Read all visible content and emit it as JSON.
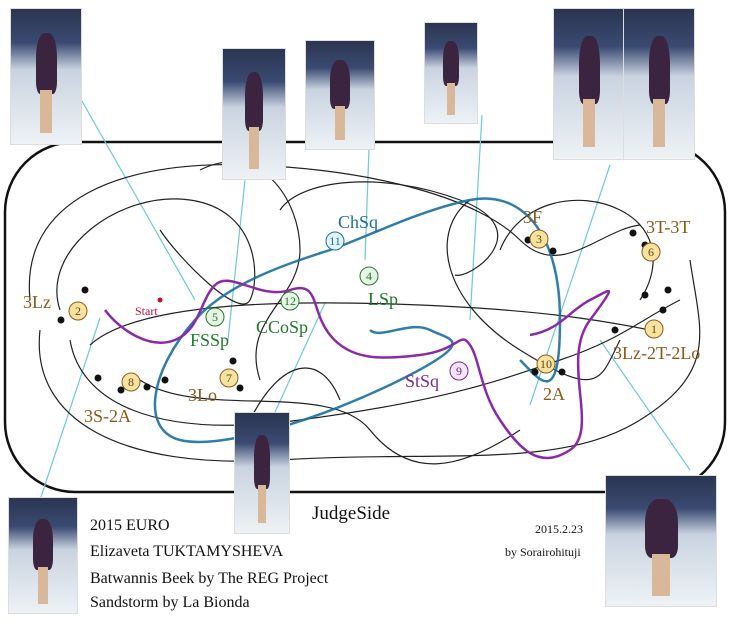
{
  "title": "2015 EURO",
  "skater": "Elizaveta TUKTAMYSHEVA",
  "music": [
    "Batwannis Beek by The REG Project",
    "Sandstorm by La Bionda"
  ],
  "date": "2015.2.23",
  "author": "by Sorairohituji",
  "judge_side": "JudgeSide",
  "start_label": "Start",
  "elements": [
    {
      "num": "1",
      "label": "3Lz-2T-2Lo",
      "type": "jump"
    },
    {
      "num": "2",
      "label": "3Lz",
      "type": "jump"
    },
    {
      "num": "3",
      "label": "3F",
      "type": "jump"
    },
    {
      "num": "4",
      "label": "LSp",
      "type": "spin"
    },
    {
      "num": "5",
      "label": "FSSp",
      "type": "spin"
    },
    {
      "num": "6",
      "label": "3T-3T",
      "type": "jump"
    },
    {
      "num": "7",
      "label": "3Lo",
      "type": "jump"
    },
    {
      "num": "8",
      "label": "3S-2A",
      "type": "jump"
    },
    {
      "num": "9",
      "label": "StSq",
      "type": "step"
    },
    {
      "num": "10",
      "label": "2A",
      "type": "jump"
    },
    {
      "num": "11",
      "label": "ChSq",
      "type": "choreo"
    },
    {
      "num": "12",
      "label": "CCoSp",
      "type": "spin"
    }
  ],
  "colors": {
    "jump": "#8a5a1a",
    "spin": "#1f7a2a",
    "choreo": "#1a6fa0",
    "step": "#7a2a9a",
    "start": "#c01030"
  }
}
